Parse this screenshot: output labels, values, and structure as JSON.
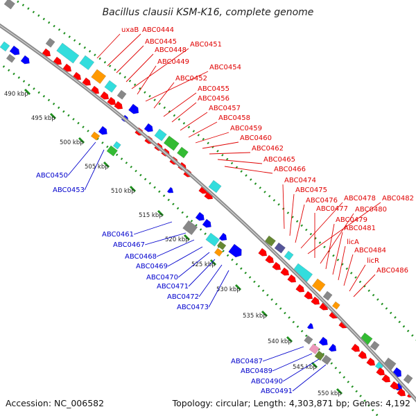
{
  "title": "Bacillus clausii KSM-K16, complete genome",
  "footer": {
    "accession": "Accession: NC_006582",
    "topology": "Topology: circular; Length: 4,303,871 bp; Genes: 4,192"
  },
  "colors": {
    "backbone": "#8c8c8c",
    "forward_label": "#e00000",
    "reverse_label": "#0000cc",
    "scale": "#1e8f1e",
    "gene_red": "#ff0000",
    "gene_blue": "#0000ff",
    "gene_cyan": "#33dddd",
    "gene_orange": "#ff9900",
    "gene_grey": "#888888",
    "gene_green": "#33bb33",
    "gene_olive": "#668833",
    "gene_purple": "#555599",
    "gene_pink": "#ee99bb"
  },
  "scale_ticks": [
    "490 kbp",
    "495 kbp",
    "500 kbp",
    "505 kbp",
    "510 kbp",
    "515 kbp",
    "520 kbp",
    "525 kbp",
    "530 kbp",
    "535 kbp",
    "540 kbp",
    "545 kbp",
    "550 kbp"
  ],
  "forward_genes": [
    "uxaB",
    "ABC0444",
    "ABC0445",
    "ABC0448",
    "ABC0451",
    "ABC0449",
    "ABC0454",
    "ABC0452",
    "ABC0455",
    "ABC0456",
    "ABC0457",
    "ABC0458",
    "ABC0459",
    "ABC0460",
    "ABC0462",
    "ABC0465",
    "ABC0466",
    "ABC0474",
    "ABC0475",
    "ABC0476",
    "ABC0478",
    "ABC0482",
    "ABC0477",
    "ABC0480",
    "ABC0479",
    "ABC0481",
    "licA",
    "ABC0484",
    "licR",
    "ABC0486"
  ],
  "reverse_genes": [
    "ABC0450",
    "ABC0453",
    "ABC0461",
    "ABC0467",
    "ABC0468",
    "ABC0469",
    "ABC0470",
    "ABC0471",
    "ABC0472",
    "ABC0473",
    "ABC0487",
    "ABC0489",
    "ABC0490",
    "ABC0491"
  ]
}
